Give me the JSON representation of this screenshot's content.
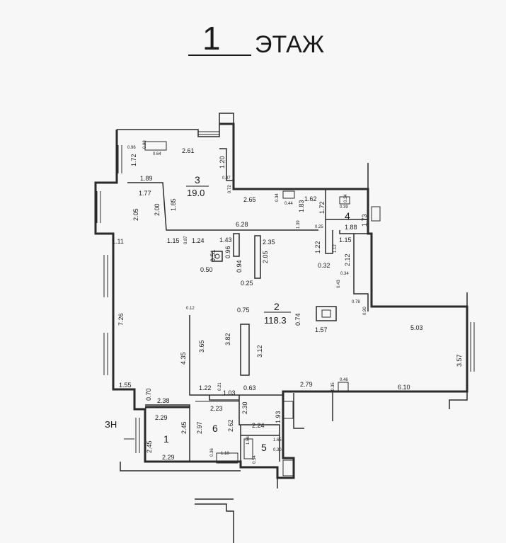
{
  "title": {
    "number": "1",
    "word": "ЭТАЖ"
  },
  "rooms": [
    {
      "num": "1",
      "area": ""
    },
    {
      "num": "2",
      "area": "118.3"
    },
    {
      "num": "3",
      "area": "19.0"
    },
    {
      "num": "4",
      "area": ""
    },
    {
      "num": "5",
      "area": ""
    },
    {
      "num": "6",
      "area": ""
    }
  ],
  "entrance_label": "ЗН",
  "dimensions": {
    "d0_96": "0.96",
    "d0_98": "0.98",
    "d0_64": "0.64",
    "d2_61": "2.61",
    "d1_72a": "1.72",
    "d1_20": "1.20",
    "d0_87": "0.87",
    "d0_72": "0.72",
    "d1_89": "1.89",
    "d1_77": "1.77",
    "d2_00": "2.00",
    "d1_85": "1.85",
    "d2_05a": "2.05",
    "d2_65": "2.65",
    "d0_34a": "0.34",
    "d0_44": "0.44",
    "d1_62": "1.62",
    "d1_83": "1.83",
    "d1_72b": "1.72",
    "d0_34b": "0.34",
    "d0_39": "0.39",
    "d1_88": "1.88",
    "d1_73": "1.73",
    "d6_28": "6.28",
    "d1_39": "1.39",
    "d0_25a": "0.25",
    "d1_11": "1.11",
    "d1_15a": "1.15",
    "d0_87b": "0.87",
    "d1_24": "1.24",
    "d1_43": "1.43",
    "d2_35": "2.35",
    "d1_22a": "1.22",
    "d1_12": "1.12",
    "d1_15b": "1.15",
    "d0_51": "0.51",
    "d0_96b": "0.96",
    "d0_50": "0.50",
    "d0_94": "0.94",
    "d2_05b": "2.05",
    "d0_32": "0.32",
    "d2_12": "2.12",
    "d0_34c": "0.34",
    "d0_25b": "0.25",
    "d0_43": "0.43",
    "d0_78": "0.78",
    "d0_90": "0.90",
    "d7_26": "7.26",
    "d0_12": "0.12",
    "d0_75": "0.75",
    "d0_74": "0.74",
    "d1_57": "1.57",
    "d5_03": "5.03",
    "d3_65": "3.65",
    "d3_82": "3.82",
    "d4_35": "4.35",
    "d3_12": "3.12",
    "d3_57": "3.57",
    "d1_55": "1.55",
    "d1_22b": "1.22",
    "d0_21": "0.21",
    "d1_03": "1.03",
    "d0_63": "0.63",
    "d2_79": "2.79",
    "d0_35": "0.35",
    "d0_46": "0.46",
    "d6_10": "6.10",
    "d0_70": "0.70",
    "d2_38": "2.38",
    "d2_29a": "2.29",
    "d2_23": "2.23",
    "d2_30": "2.30",
    "d2_45a": "2.45",
    "d2_97": "2.97",
    "d2_62": "2.62",
    "d2_24": "2.24",
    "d1_93": "1.93",
    "d1_56": "1.56",
    "d1_65": "1.65",
    "d0_30": "0.30",
    "d2_45b": "2.45",
    "d0_54": "0.54",
    "d0_36": "0.36",
    "d1_18": "1.18",
    "d2_29b": "2.29"
  }
}
